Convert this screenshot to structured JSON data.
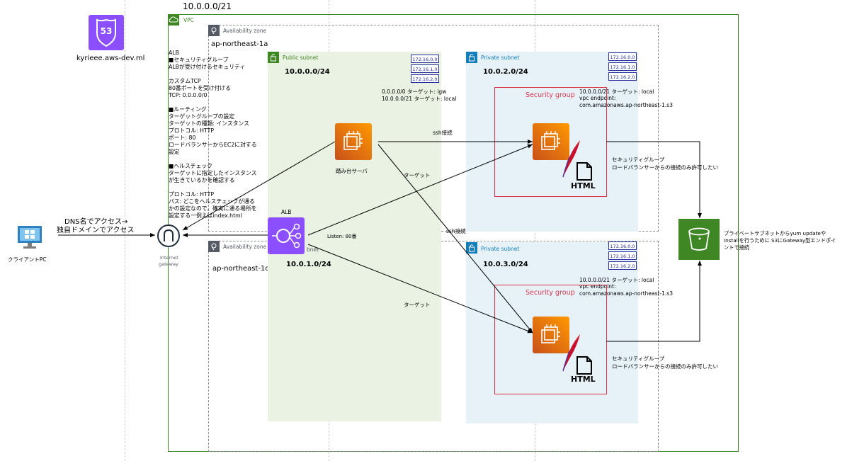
{
  "route53": {
    "domain": "kyrieee.aws-dev.ml",
    "badge": "53"
  },
  "top_cidr": "10.0.0.0/21",
  "vpc": {
    "label": "VPC"
  },
  "az_top": {
    "label": "Availability zone",
    "name": "ap-northeast-1a"
  },
  "az_bottom": {
    "label": "Availability zone",
    "name": "ap-northeast-1c"
  },
  "public_subnet": {
    "label": "Public subnet",
    "cidr": "10.0.0.0/24",
    "cidr_bottom": "10.0.1.0/24",
    "bottom_label_fragment": "bnet"
  },
  "private_subnet_top": {
    "label": "Private subnet",
    "cidr": "10.0.2.0/24"
  },
  "private_subnet_bottom": {
    "label": "Private subnet",
    "cidr": "10.0.3.0/24"
  },
  "route_tags": [
    "172.16.0.0",
    "172.16.1.0",
    "172.16.2.0"
  ],
  "public_routes": {
    "line1": "0.0.0.0/0    ターゲット: igw",
    "line2": "10.0.0.0/21  ターゲット: local"
  },
  "private_routes_top": {
    "line1": "10.0.0.0/21  ターゲット: local",
    "line2": "vpc endpoint:",
    "line3": "com.amazonaws.ap-northeast-1.s3"
  },
  "private_routes_bottom": {
    "line1": "10.0.0.0/21  ターゲット: local",
    "line2": "vpc endpoint:",
    "line3": "com.amazonaws.ap-northeast-1.s3"
  },
  "security_group": {
    "label": "Security group"
  },
  "bastion": {
    "label": "踏み台サーバ"
  },
  "alb": {
    "label": "ALB",
    "listen": "Listen: 80番"
  },
  "igw": {
    "label1": "Internet",
    "label2": "gateway"
  },
  "client": {
    "label": "クライアントPC"
  },
  "dns_note": {
    "line1": "DNS名でアクセス→",
    "line2": "独自ドメインでアクセス"
  },
  "arrow_labels": {
    "ssh1": "ssh接続",
    "ssh2": "ssh接続",
    "target1": "ターゲット",
    "target2": "ターゲット"
  },
  "html_label": "HTML",
  "sg_note_top": {
    "line1": "セキュリティグループ",
    "line2": "ロードバランサーからの接続のみ許可したい"
  },
  "sg_note_bottom": {
    "line1": "セキュリティグループ",
    "line2": "ロードバランサーからの接続のみ許可したい"
  },
  "s3_note": {
    "line1": "プライベートサブネットからyum updateや",
    "line2": "Installを行うために S3にGateway型エンドポイ",
    "line3": "ントで接続"
  },
  "alb_notes": "ALB\n■セキュリティグループ\nALBが受け付けるセキュリティ\n\nカスタムTCP\n80番ポートを受け付ける\nTCP: 0.0.0.0/0\n\n■ルーティング\nターゲットグループの設定\nターゲットの種類: インスタンス\nプロトコル: HTTP\nポート: 80\nロードバランサーからEC2に対する\n設定\n\n■ヘルスチェック\nターゲットに指定したインスタンス\nが生きているかを確認する\n\nプロトコル: HTTP\nパス: どこをヘルスチェックが通る\nかの設定なので、確実に通る場所を\n設定する一例えばindex.html",
  "colors": {
    "vpc": "#3f8624",
    "public": "#eaf2e3",
    "private": "#e6f2f8",
    "sg": "#dd344c",
    "route53": "#8c4fff",
    "alb": "#8c4fff",
    "ec2": "#ff9900",
    "s3": "#3f8624"
  }
}
